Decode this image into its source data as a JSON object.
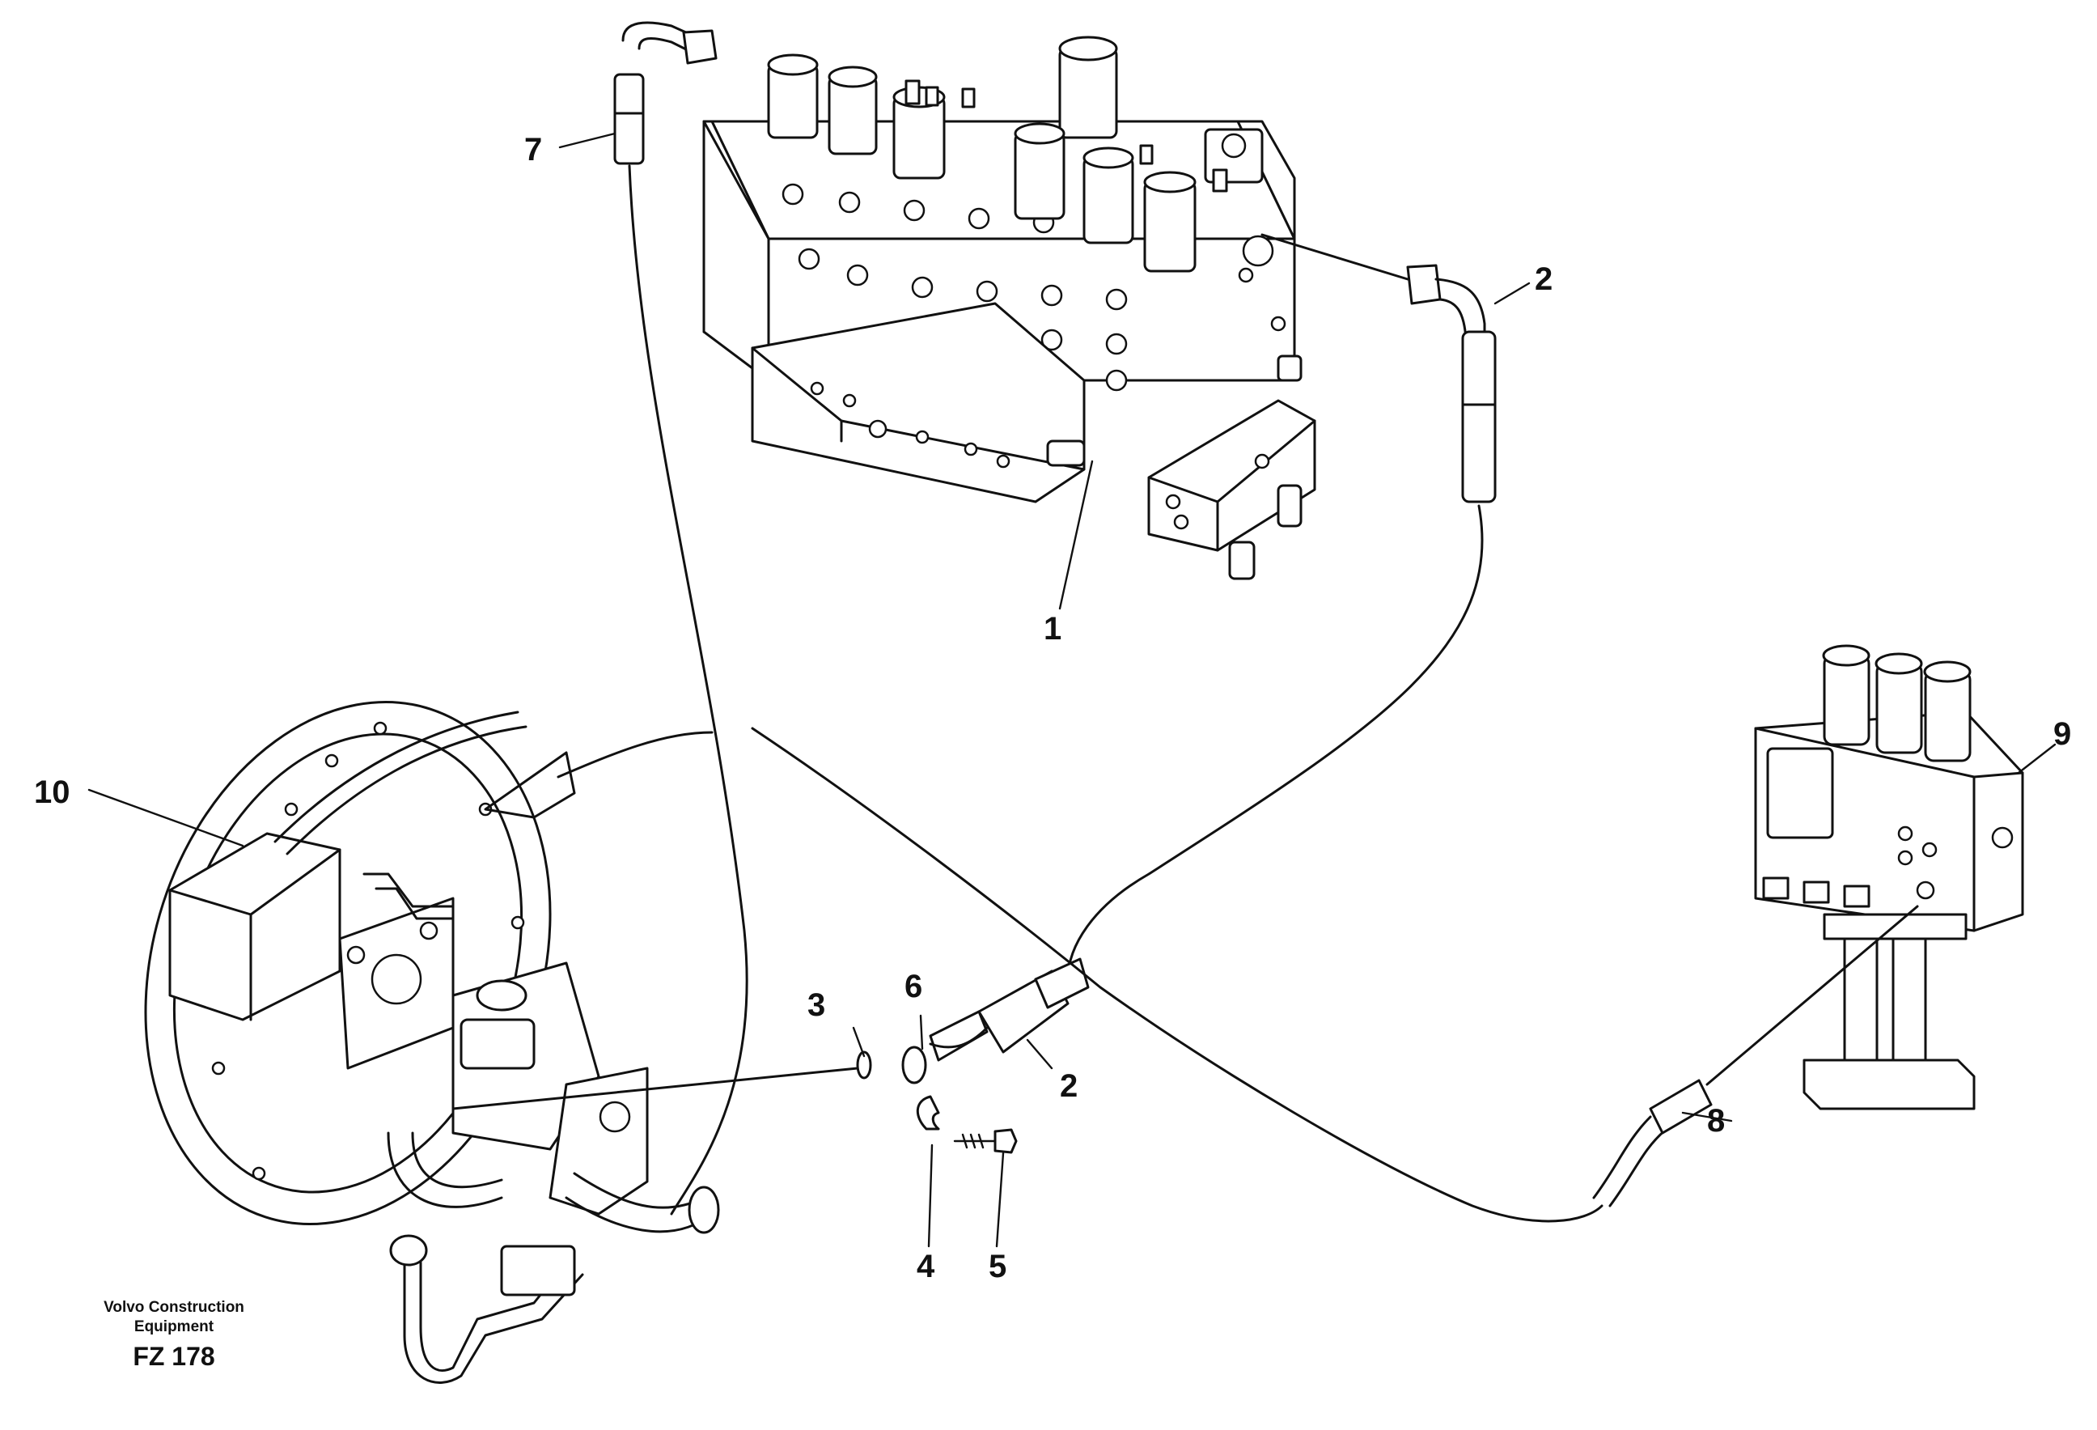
{
  "diagram": {
    "callouts": {
      "c1": "1",
      "c2a": "2",
      "c2b": "2",
      "c3": "3",
      "c4": "4",
      "c5": "5",
      "c6": "6",
      "c7": "7",
      "c8": "8",
      "c9": "9",
      "c10": "10"
    },
    "credit": {
      "maker_line1": "Volvo Construction",
      "maker_line2": "Equipment",
      "figure_code": "FZ 178"
    }
  }
}
